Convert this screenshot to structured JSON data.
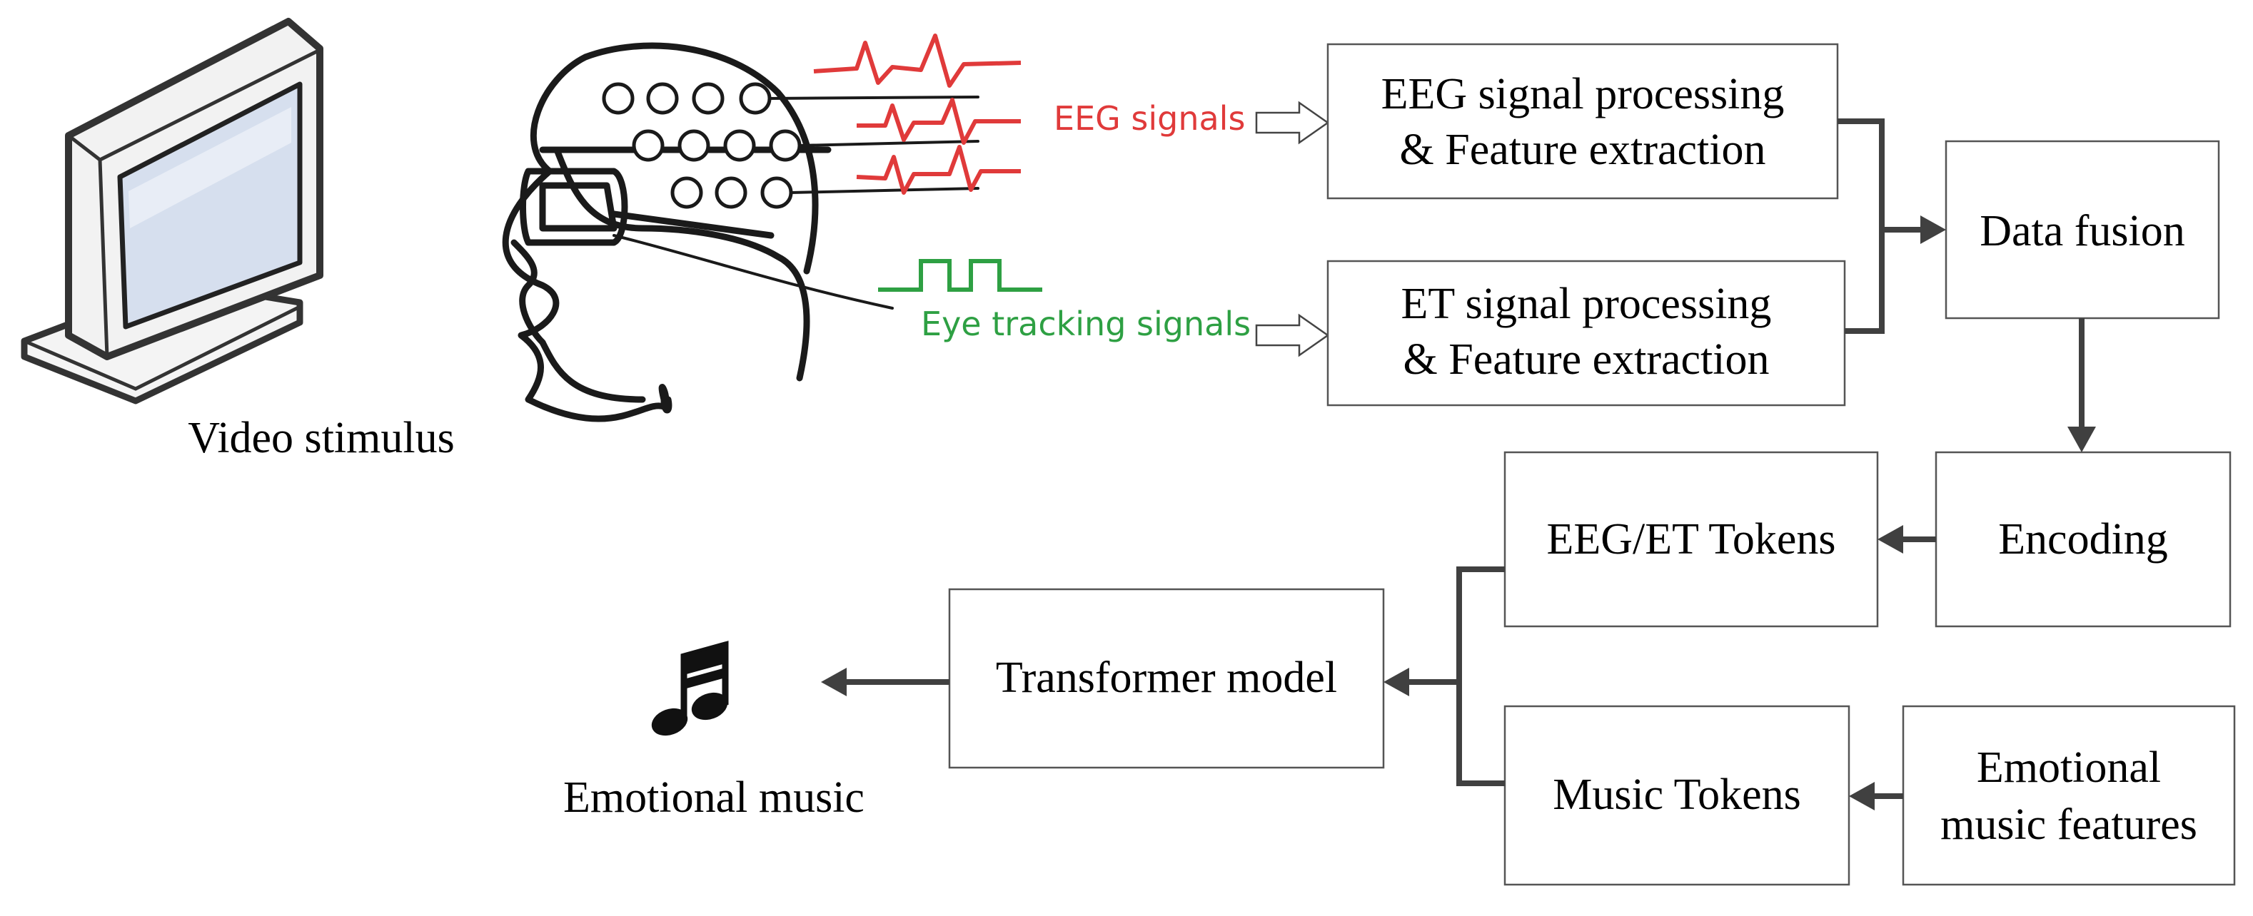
{
  "labels": {
    "video_stimulus": "Video stimulus",
    "emotional_music": "Emotional music",
    "eeg_signals": "EEG signals",
    "eye_tracking_signals": "Eye tracking signals"
  },
  "boxes": {
    "eeg_processing": [
      "EEG signal processing",
      "& Feature extraction"
    ],
    "et_processing": [
      "ET signal processing",
      "& Feature extraction"
    ],
    "data_fusion": [
      "Data fusion"
    ],
    "encoding": [
      "Encoding"
    ],
    "eeg_et_tokens": [
      "EEG/ET Tokens"
    ],
    "transformer_model": [
      "Transformer model"
    ],
    "music_tokens": [
      "Music Tokens"
    ],
    "emotional_music_features": [
      "Emotional",
      "music features"
    ]
  },
  "colors": {
    "eeg_signal": "#e03a3a",
    "eye_tracking_signal": "#2ea043",
    "connector": "#404040",
    "box_border": "#555555",
    "monitor_screen": "#d6dfee"
  },
  "icons": {
    "monitor": "monitor-icon",
    "head": "head-with-eeg-cap-icon",
    "music": "music-note-icon"
  }
}
